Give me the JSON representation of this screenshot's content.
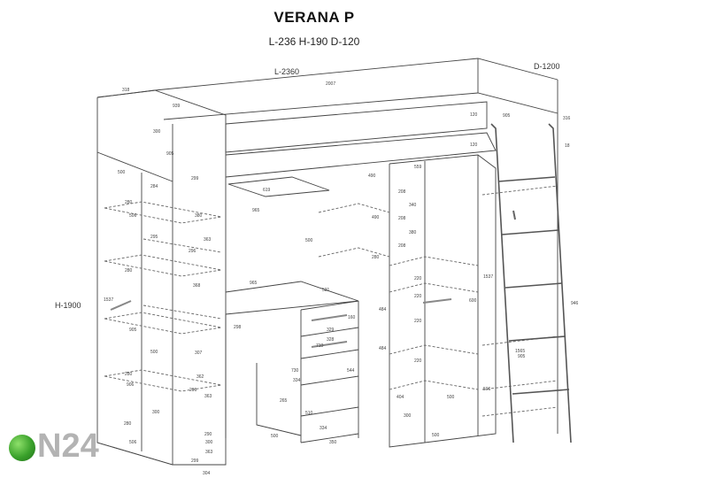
{
  "title": "VERANA P",
  "subtitle": "L-236 H-190 D-120",
  "labels": {
    "length": "L-2360",
    "depth": "D-1200",
    "height": "H-1900"
  },
  "dimensions": [
    "318",
    "939",
    "2007",
    "905",
    "316",
    "120",
    "120",
    "18",
    "300",
    "905",
    "500",
    "284",
    "299",
    "280",
    "506",
    "380",
    "295",
    "363",
    "296",
    "368",
    "965",
    "619",
    "965",
    "490",
    "559",
    "208",
    "340",
    "208",
    "380",
    "208",
    "490",
    "280",
    "220",
    "500",
    "531",
    "1537",
    "160",
    "329",
    "328",
    "484",
    "220",
    "484",
    "710",
    "544",
    "730",
    "334",
    "220",
    "298",
    "307",
    "362",
    "280",
    "906",
    "265",
    "510",
    "300",
    "334",
    "500",
    "350",
    "280",
    "296",
    "363",
    "290",
    "506",
    "300",
    "299",
    "363",
    "220",
    "404",
    "500",
    "300",
    "500",
    "500",
    "280",
    "600",
    "1537",
    "946",
    "1565",
    "905",
    "905",
    "506",
    "304",
    "300"
  ],
  "logo": {
    "text": "N24",
    "icon": "green-dot-icon"
  }
}
